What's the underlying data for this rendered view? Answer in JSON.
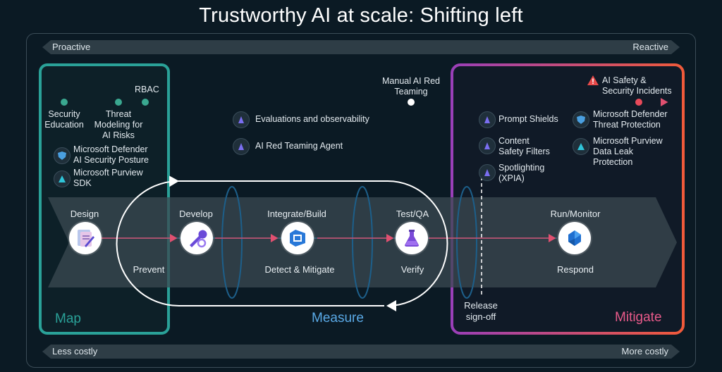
{
  "title": "Trustworthy AI at scale: Shifting left",
  "top_bar": {
    "left": "Proactive",
    "right": "Reactive"
  },
  "bottom_bar": {
    "left": "Less costly",
    "right": "More costly"
  },
  "sections": {
    "map": "Map",
    "measure": "Measure",
    "mitigate": "Mitigate"
  },
  "timeline": {
    "security_education": "Security Education",
    "threat_modeling": "Threat Modeling for AI Risks",
    "rbac": "RBAC",
    "manual_red_teaming": "Manual AI Red Teaming",
    "incidents": "AI Safety & Security Incidents"
  },
  "tools": {
    "defender_ai_posture": "Microsoft Defender AI Security Posture",
    "purview_sdk": "Microsoft Purview SDK",
    "evaluations": "Evaluations and observability",
    "red_teaming_agent": "AI Red Teaming Agent",
    "prompt_shields": "Prompt Shields",
    "content_safety": "Content Safety Filters",
    "spotlighting": "Spotlighting (XPIA)",
    "defender_threat": "Microsoft Defender Threat Protection",
    "purview_dlp": "Microsoft Purview Data Leak Protection"
  },
  "phases": {
    "design": "Design",
    "develop": "Develop",
    "integrate": "Integrate/Build",
    "testqa": "Test/QA",
    "runmonitor": "Run/Monitor"
  },
  "actions": {
    "prevent": "Prevent",
    "detect": "Detect & Mitigate",
    "verify": "Verify",
    "respond": "Respond"
  },
  "release": "Release sign-off",
  "colors": {
    "map": "#2aa198",
    "measure": "#5aa9e6",
    "mitigate": "#e8553f",
    "timeline_line": "#c85070",
    "background": "#0b1a24"
  }
}
